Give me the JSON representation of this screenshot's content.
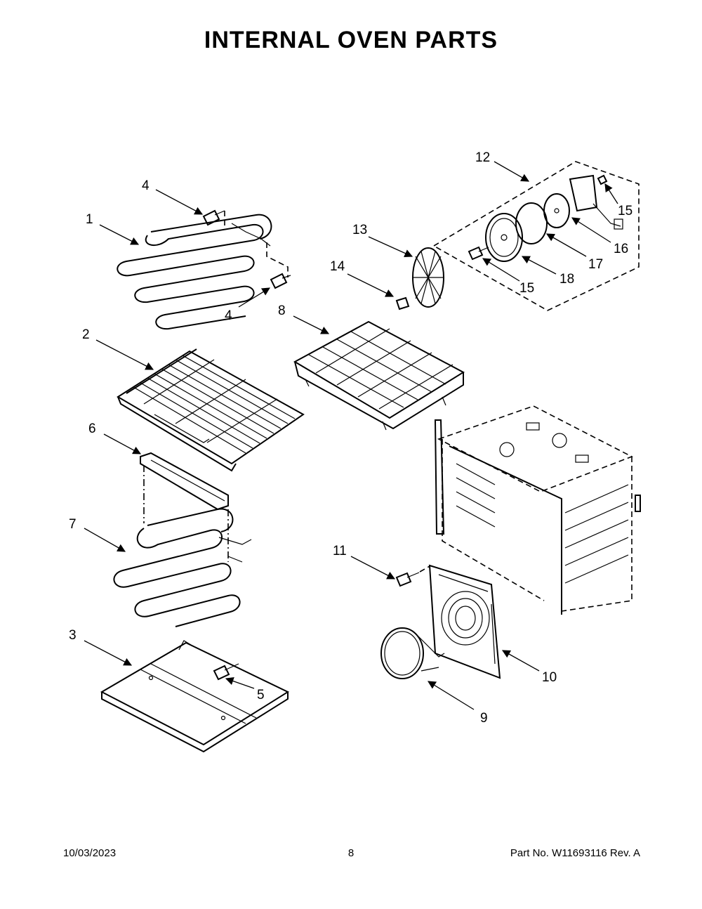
{
  "title": "INTERNAL OVEN PARTS",
  "footer": {
    "date": "10/03/2023",
    "page": "8",
    "part_no": "Part No.  W11693116  Rev.  A"
  },
  "callouts": {
    "c1": "1",
    "c2": "2",
    "c3": "3",
    "c4a": "4",
    "c4b": "4",
    "c5": "5",
    "c6": "6",
    "c7": "7",
    "c8": "8",
    "c9": "9",
    "c10": "10",
    "c11": "11",
    "c12": "12",
    "c13": "13",
    "c14": "14",
    "c15a": "15",
    "c15b": "15",
    "c16": "16",
    "c17": "17",
    "c18": "18"
  }
}
